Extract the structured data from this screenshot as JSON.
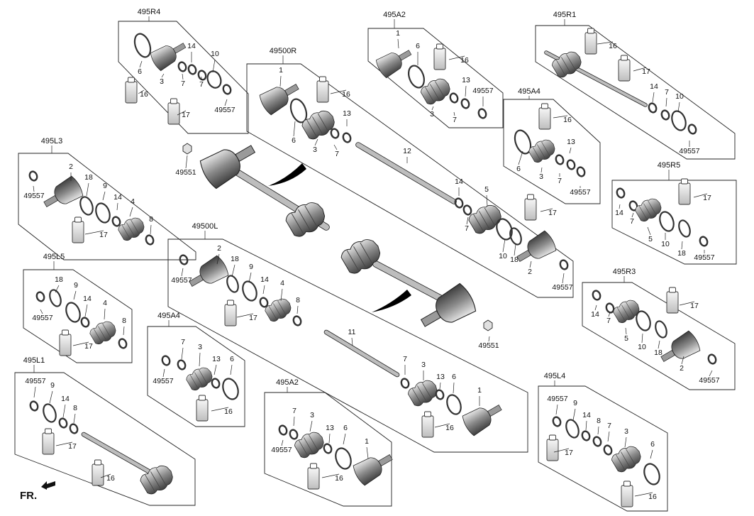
{
  "diagram": {
    "panels": [
      {
        "id": "495R4",
        "labels": [
          "6",
          "3",
          "14",
          "7",
          "7",
          "10",
          "16",
          "17",
          "49557"
        ]
      },
      {
        "id": "49500R",
        "labels": [
          "1",
          "16",
          "13",
          "6",
          "3",
          "7",
          "12",
          "49551",
          "14",
          "5",
          "7",
          "17",
          "10",
          "18",
          "2",
          "49557"
        ]
      },
      {
        "id": "495A2",
        "labels": [
          "1",
          "6",
          "16",
          "13",
          "3",
          "7",
          "49557"
        ]
      },
      {
        "id": "495R1",
        "labels": [
          "16",
          "17",
          "14",
          "7",
          "10",
          "49557"
        ]
      },
      {
        "id": "495A4",
        "labels": [
          "16",
          "6",
          "13",
          "3",
          "7",
          "49557"
        ]
      },
      {
        "id": "495L3",
        "labels": [
          "2",
          "18",
          "9",
          "14",
          "4",
          "8",
          "49557",
          "17"
        ]
      },
      {
        "id": "495R5",
        "labels": [
          "14",
          "7",
          "5",
          "10",
          "18",
          "17",
          "49557"
        ]
      },
      {
        "id": "49500L",
        "labels": [
          "2",
          "18",
          "9",
          "14",
          "4",
          "8",
          "49557",
          "17",
          "11",
          "7",
          "3",
          "13",
          "6",
          "1",
          "16",
          "49551"
        ]
      },
      {
        "id": "495L5",
        "labels": [
          "18",
          "9",
          "14",
          "4",
          "8",
          "49557",
          "17"
        ]
      },
      {
        "id": "495R3",
        "labels": [
          "14",
          "7",
          "5",
          "10",
          "18",
          "2",
          "17",
          "49557"
        ]
      },
      {
        "id": "495A4",
        "labels": [
          "7",
          "3",
          "13",
          "6",
          "49557",
          "16"
        ]
      },
      {
        "id": "495L1",
        "labels": [
          "49557",
          "9",
          "14",
          "8",
          "17",
          "16"
        ]
      },
      {
        "id": "495A2",
        "labels": [
          "7",
          "3",
          "13",
          "6",
          "1",
          "49557",
          "16"
        ]
      },
      {
        "id": "495L4",
        "labels": [
          "49557",
          "9",
          "14",
          "8",
          "7",
          "3",
          "6",
          "17",
          "16"
        ]
      }
    ],
    "front_label": "FR."
  }
}
